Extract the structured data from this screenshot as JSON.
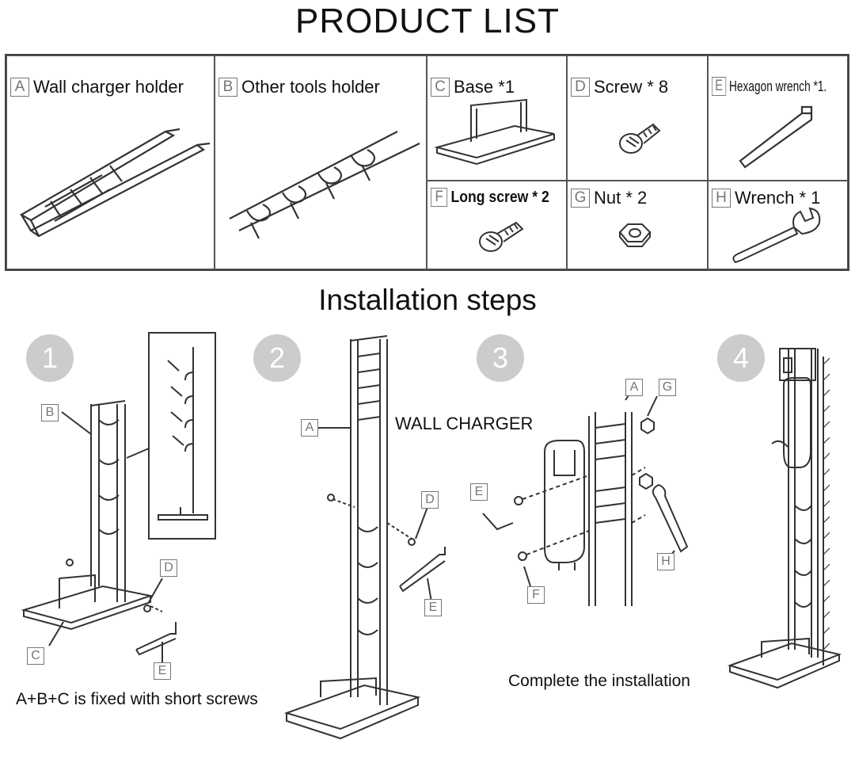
{
  "titles": {
    "product_list": "PRODUCT LIST",
    "installation": "Installation steps"
  },
  "products": [
    {
      "letter": "A",
      "name": "Wall charger holder"
    },
    {
      "letter": "B",
      "name": "Other tools holder"
    },
    {
      "letter": "C",
      "name": "Base *1"
    },
    {
      "letter": "D",
      "name": "Screw * 8"
    },
    {
      "letter": "E",
      "name": "Hexagon wrench *1."
    },
    {
      "letter": "F",
      "name": "Long screw * 2"
    },
    {
      "letter": "G",
      "name": "Nut * 2"
    },
    {
      "letter": "H",
      "name": "Wrench * 1"
    }
  ],
  "steps": [
    {
      "number": "1",
      "caption": "A+B+C is fixed with short screws"
    },
    {
      "number": "2",
      "caption": ""
    },
    {
      "number": "3",
      "caption": "Complete the installation",
      "callout": "WALL CHARGER"
    },
    {
      "number": "4",
      "caption": ""
    }
  ],
  "step_tags": {
    "s1": [
      "B",
      "D",
      "C",
      "E"
    ],
    "s2": [
      "A",
      "D",
      "E"
    ],
    "s3": [
      "A",
      "G",
      "E",
      "F",
      "H"
    ]
  }
}
